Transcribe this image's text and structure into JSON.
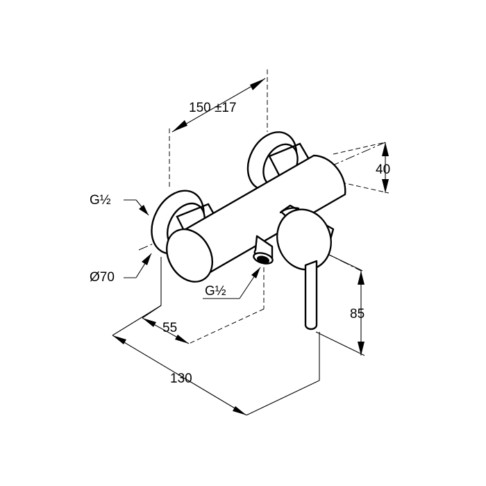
{
  "dimensions": {
    "spacing": "150 ±17",
    "height_top": "40",
    "thread_left": "G½",
    "diameter": "Ø70",
    "thread_bottom": "G½",
    "depth_outlet": "55",
    "depth_total": "130",
    "height_lever": "85"
  }
}
